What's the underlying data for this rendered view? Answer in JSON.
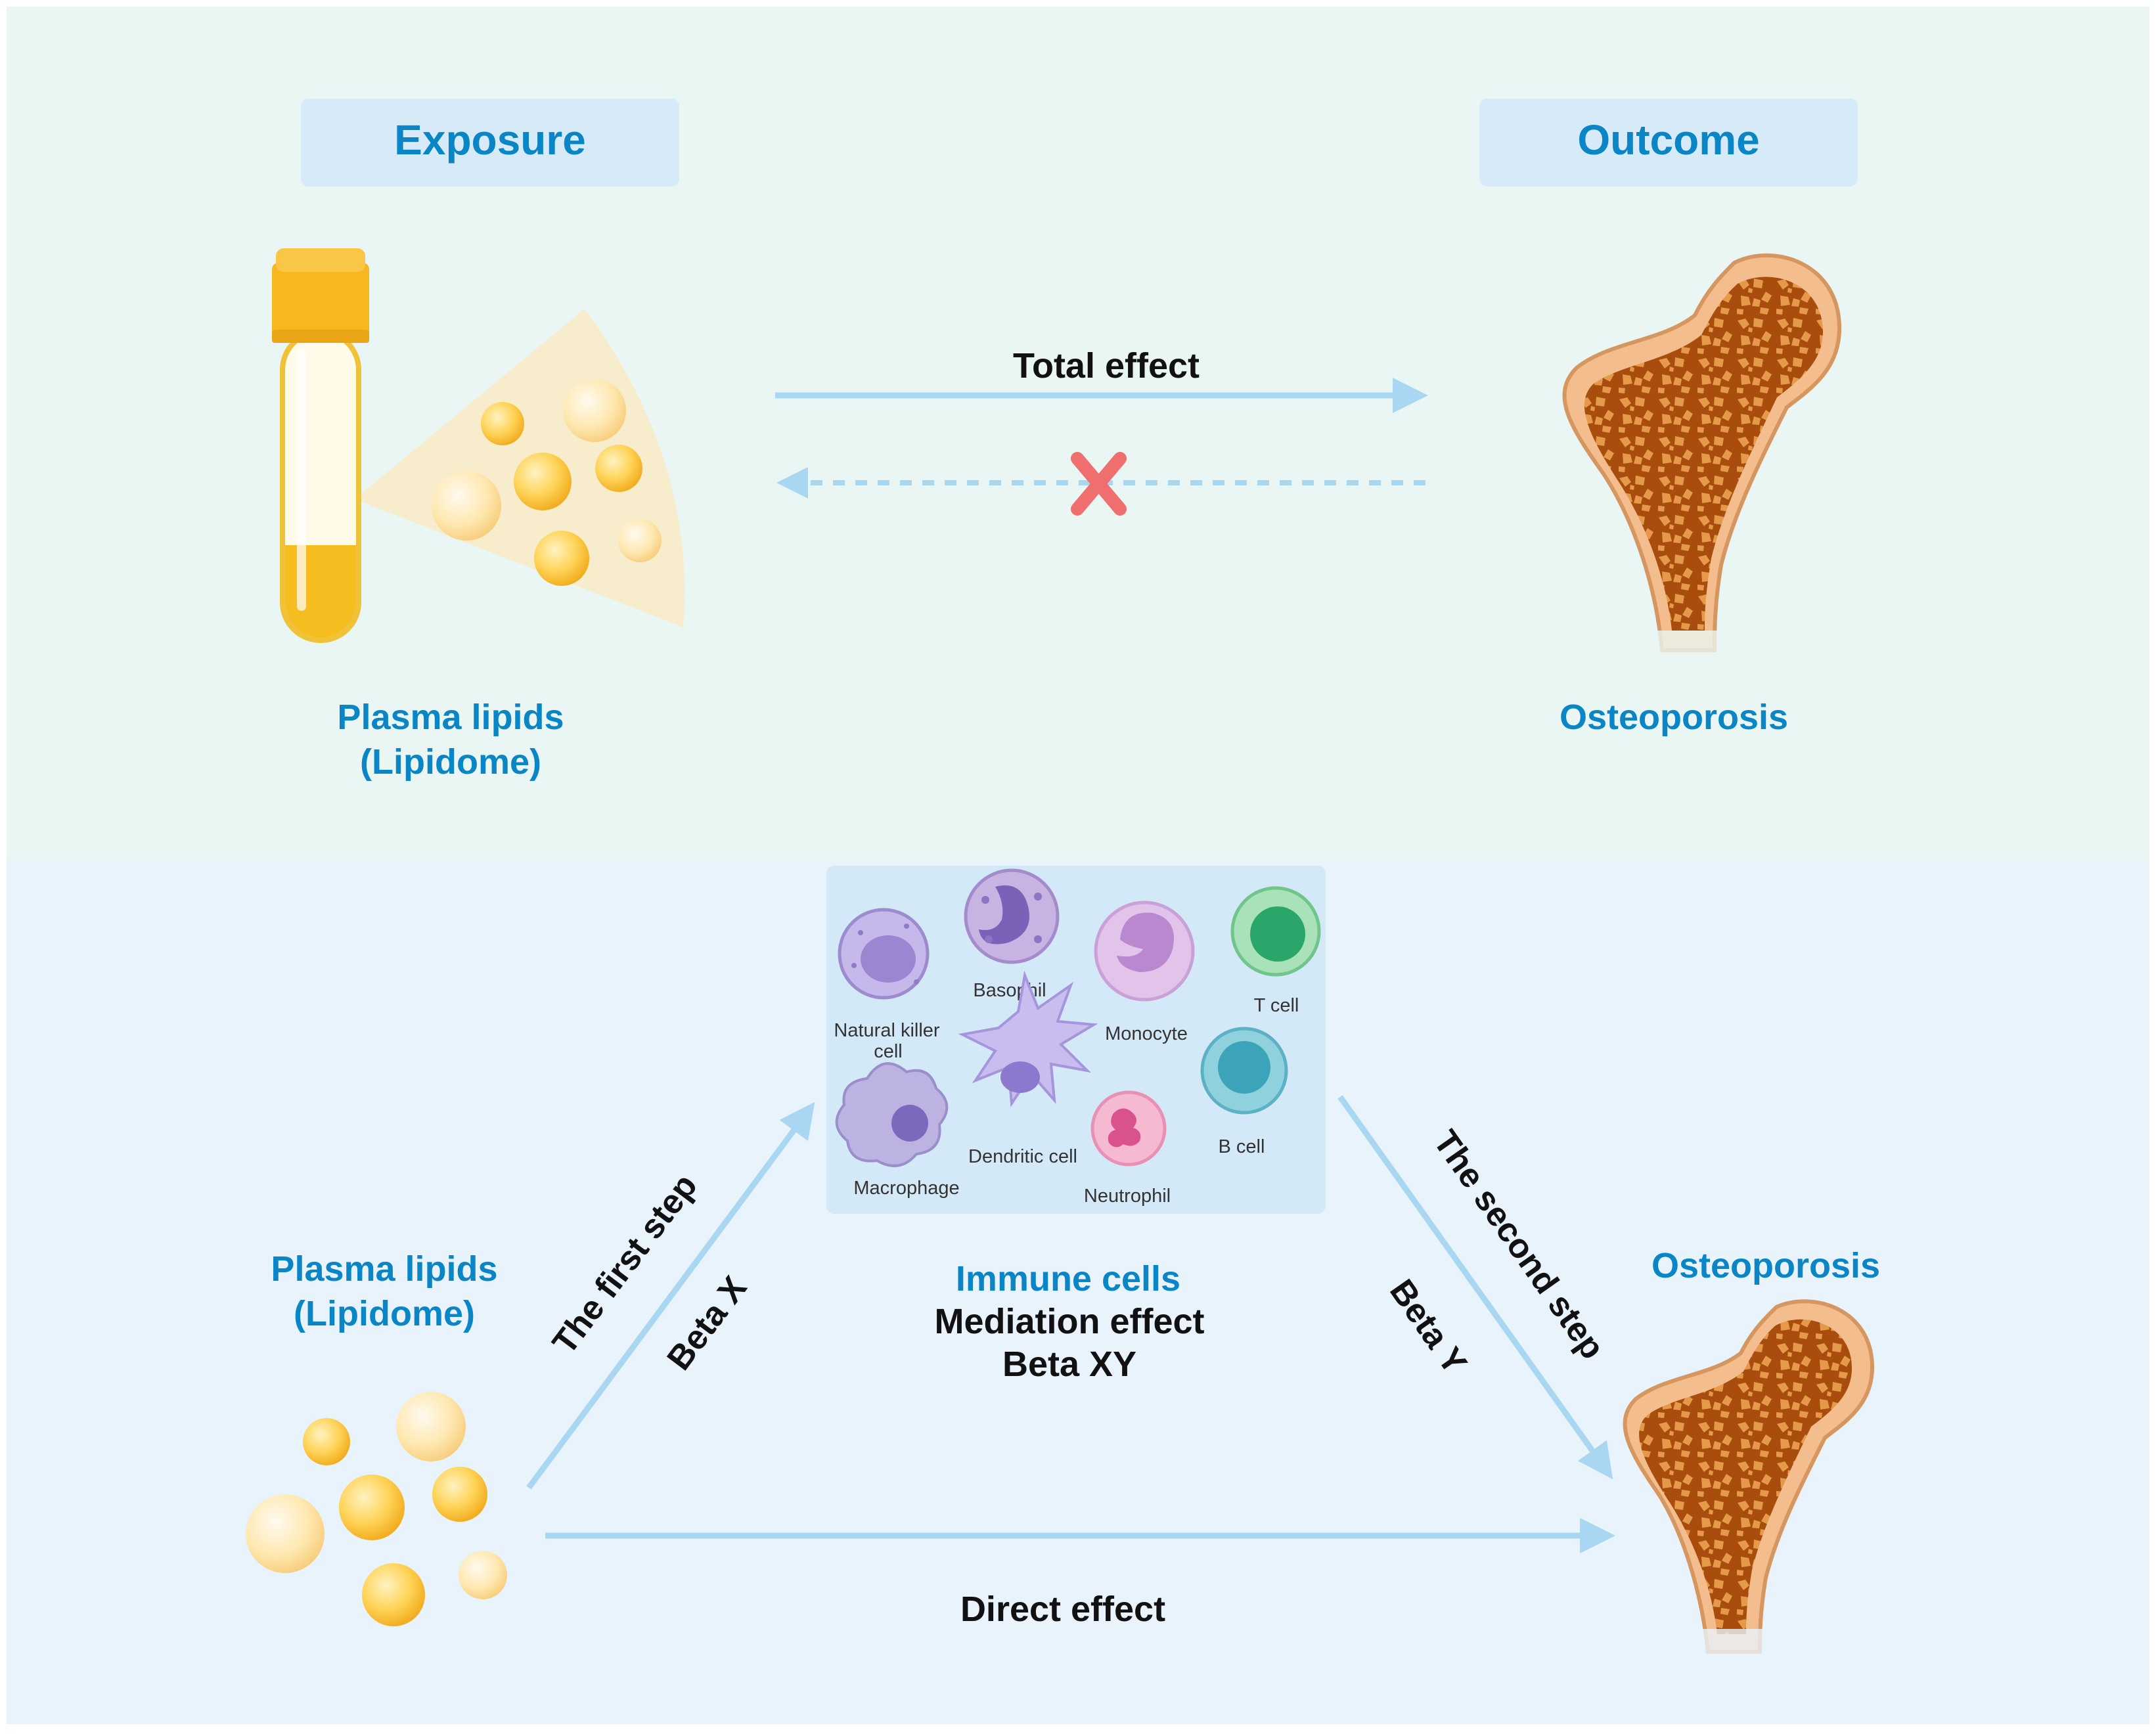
{
  "top": {
    "exposure_label": "Exposure",
    "outcome_label": "Outcome",
    "exposure_name_line1": "Plasma lipids",
    "exposure_name_line2": "(Lipidome)",
    "outcome_name": "Osteoporosis",
    "total_effect_label": "Total effect"
  },
  "bottom": {
    "exposure_name_line1": "Plasma lipids",
    "exposure_name_line2": "(Lipidome)",
    "outcome_name": "Osteoporosis",
    "first_step_label": "The first step",
    "beta_x_label": "Beta X",
    "second_step_label": "The second step",
    "beta_y_label": "Beta Y",
    "mediator_name": "Immune cells",
    "mediation_effect_label": "Mediation effect",
    "beta_xy_label": "Beta XY",
    "direct_effect_label": "Direct effect"
  },
  "cells": {
    "natural_killer_line1": "Natural killer",
    "natural_killer_line2": "cell",
    "basophil": "Basophil",
    "monocyte": "Monocyte",
    "t_cell": "T cell",
    "b_cell": "B cell",
    "dendritic_cell": "Dendritic cell",
    "macrophage": "Macrophage",
    "neutrophil": "Neutrophil"
  },
  "colors": {
    "accent_text": "#0a86c6",
    "arrow": "#a9d7f2",
    "reject_mark": "#ef6f6f",
    "top_panel": "#eaf6f3",
    "bottom_panel": "#e9f3fb"
  }
}
